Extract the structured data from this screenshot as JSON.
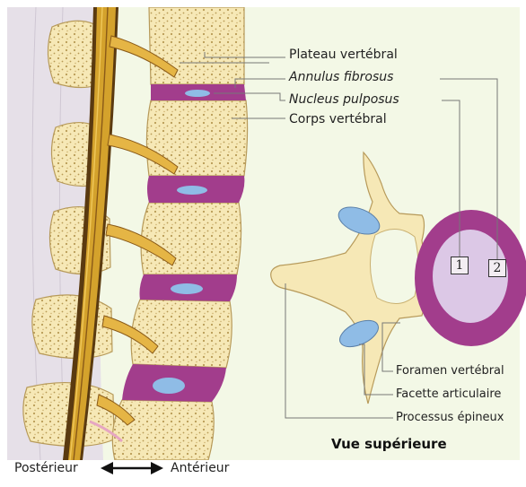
{
  "labels": {
    "plateau": "Plateau vertébral",
    "annulus": "Annulus fibrosus",
    "nucleus": "Nucleus pulposus",
    "corps": "Corps vertébral",
    "foramen": "Foramen vertébral",
    "facette": "Facette articulaire",
    "processus": "Processus épineux"
  },
  "title": "Vue supérieure",
  "axis": {
    "left": "Postérieur",
    "right": "Antérieur"
  },
  "boxes": {
    "one": "1",
    "two": "2"
  },
  "colors": {
    "background": "#f3f8e6",
    "bone": "#f6e8b6",
    "bone_dots": "#b89a55",
    "disc": "#a23d8c",
    "nucleus": "#8fbce6",
    "cord": "#d4a22c",
    "cord_edge": "#5a3a10"
  }
}
